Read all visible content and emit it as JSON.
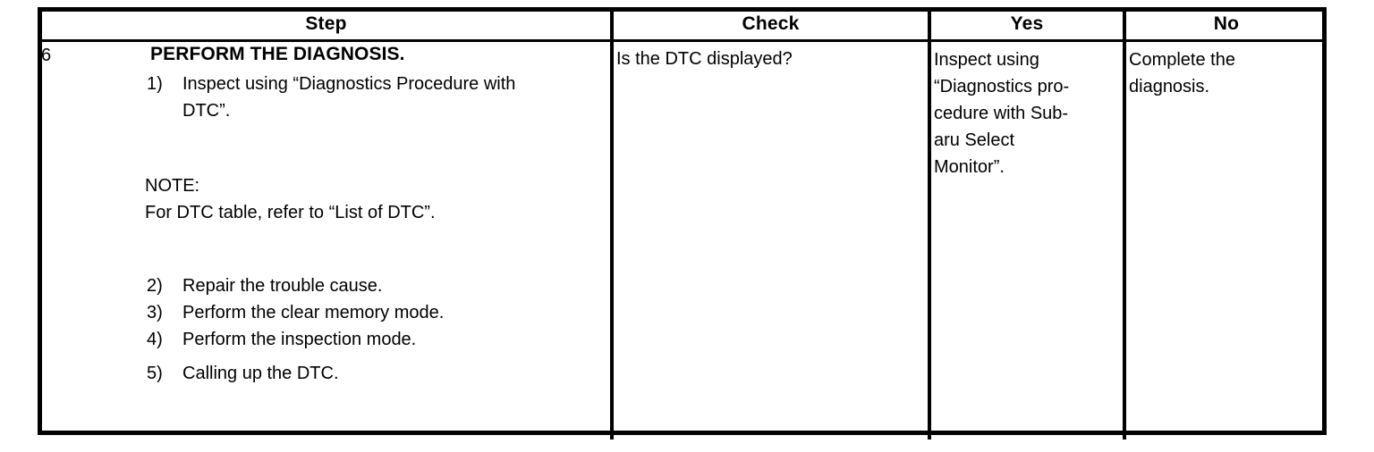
{
  "table": {
    "headers": {
      "step": "Step",
      "check": "Check",
      "yes": "Yes",
      "no": "No"
    },
    "row": {
      "step_number": "6",
      "step_title": "PERFORM THE DIAGNOSIS.",
      "items": [
        {
          "marker": "1)",
          "line1": "Inspect using “Diagnostics Procedure with",
          "line2": "DTC”."
        },
        {
          "marker": "2)",
          "line1": "Repair the trouble cause."
        },
        {
          "marker": "3)",
          "line1": "Perform the clear memory mode."
        },
        {
          "marker": "4)",
          "line1": "Perform the inspection mode."
        },
        {
          "marker": "5)",
          "line1": "Calling up the DTC."
        }
      ],
      "note": {
        "label": "NOTE:",
        "text": "For DTC table, refer to “List of DTC”."
      },
      "check": "Is the DTC displayed?",
      "yes_lines": [
        "Inspect using",
        "“Diagnostics pro-",
        "cedure with Sub-",
        "aru Select",
        "Monitor”."
      ],
      "no_lines": [
        "Complete the",
        "diagnosis."
      ]
    }
  }
}
